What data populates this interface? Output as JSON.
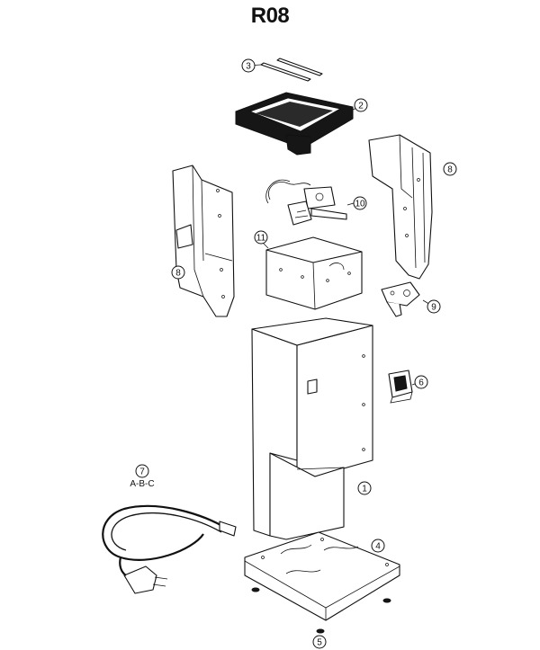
{
  "title": "R08",
  "colors": {
    "ink": "#111111",
    "background": "#ffffff"
  },
  "callouts": [
    {
      "id": "1",
      "label": "1"
    },
    {
      "id": "2",
      "label": "2"
    },
    {
      "id": "3",
      "label": "3"
    },
    {
      "id": "4",
      "label": "4"
    },
    {
      "id": "5",
      "label": "5"
    },
    {
      "id": "6",
      "label": "6"
    },
    {
      "id": "7",
      "label": "7",
      "sublabel": "A-B-C"
    },
    {
      "id": "8a",
      "label": "8"
    },
    {
      "id": "8b",
      "label": "8"
    },
    {
      "id": "9",
      "label": "9"
    },
    {
      "id": "10",
      "label": "10"
    },
    {
      "id": "11",
      "label": "11"
    }
  ]
}
